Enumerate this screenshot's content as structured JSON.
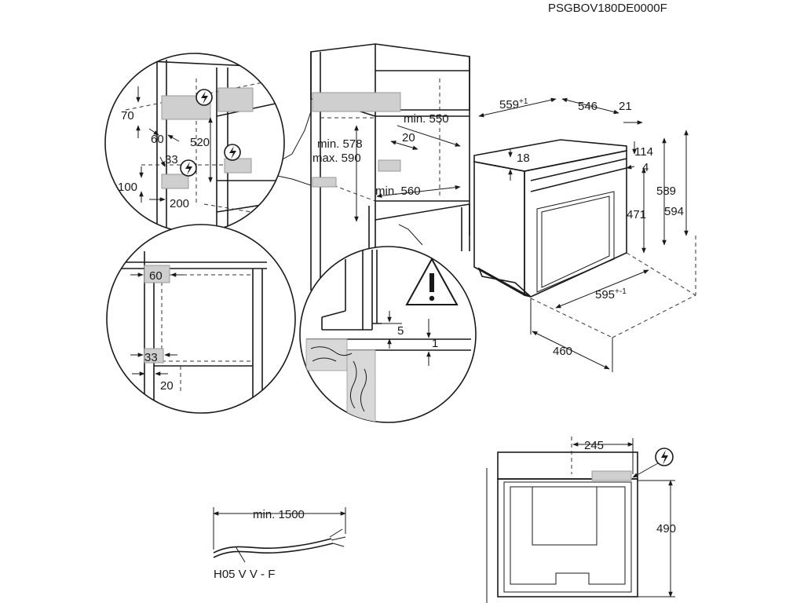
{
  "doc_code": "PSGBOV180DE0000F",
  "cabinet": {
    "min_height_label": "min. 578",
    "max_height_label": "max. 590",
    "min_depth_label": "min. 550",
    "min_width_label": "min. 560",
    "gap_label": "20"
  },
  "detail_top": {
    "d70": "70",
    "d60": "60",
    "d520": "520",
    "d33": "33",
    "d100": "100",
    "d200": "200"
  },
  "detail_side": {
    "d60": "60",
    "d33": "33",
    "d20": "20"
  },
  "detail_bottom": {
    "d5": "5",
    "d1": "1"
  },
  "oven": {
    "d559": "559",
    "d559_tol": "+1",
    "d546": "546",
    "d21": "21",
    "d18": "18",
    "d114": "114",
    "d4": "4",
    "d471": "471",
    "d589": "589",
    "d594": "594",
    "d595": "595",
    "d595_tol": "+-1",
    "d460": "460"
  },
  "rear": {
    "d245": "245",
    "d490": "490"
  },
  "cable": {
    "length_label": "min. 1500",
    "type_label": "H05 V V - F"
  },
  "icons": [
    "electric-hazard-icon",
    "warning-triangle-icon"
  ]
}
